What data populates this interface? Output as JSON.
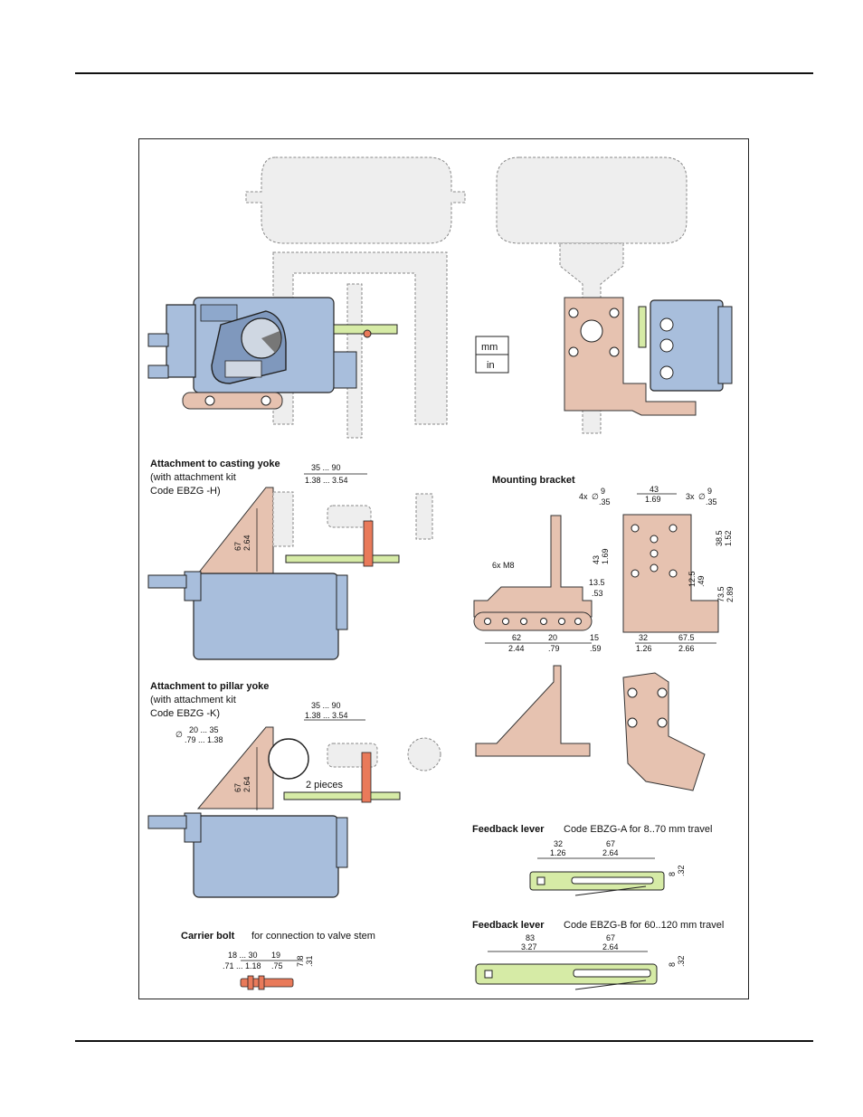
{
  "units": {
    "mm": "mm",
    "in": "in"
  },
  "casting": {
    "title": "Attachment to casting yoke",
    "sub1": "(with attachment kit",
    "sub2": "Code EBZG -H)",
    "dim_top_mm": "35 ... 90",
    "dim_top_in": "1.38 ... 3.54",
    "dim_h_mm": "67",
    "dim_h_in": "2.64"
  },
  "pillar": {
    "title": "Attachment to pillar yoke",
    "sub1": "(with attachment kit",
    "sub2": "Code EBZG -K)",
    "dim_top_mm": "35 ... 90",
    "dim_top_in": "1.38 ... 3.54",
    "dia_mm": "20 ... 35",
    "dia_in": ".79 ... 1.38",
    "dia_sym": "∅",
    "dim_h_mm": "67",
    "dim_h_in": "2.64",
    "pieces": "2 pieces"
  },
  "carrier": {
    "title": "Carrier bolt",
    "desc": "for connection to valve stem",
    "d1_mm": "18 ... 30",
    "d1_in": ".71 ... 1.18",
    "d2_mm": "19",
    "d2_in": ".75",
    "d3_mm": "7.8",
    "d3_in": ".31"
  },
  "bracket": {
    "title": "Mounting bracket",
    "holes4": "4x",
    "holes4_mm": "9",
    "holes4_in": ".35",
    "holes3": "3x",
    "holes3_mm": "9",
    "holes3_in": ".35",
    "sym": "∅",
    "thread": "6x M8",
    "d43_mm": "43",
    "d43_in": "1.69",
    "d43v_mm": "43",
    "d43v_in": "1.69",
    "d13_mm": "13.5",
    "d13_in": ".53",
    "d62_mm": "62",
    "d62_in": "2.44",
    "d20_mm": "20",
    "d20_in": ".79",
    "d15_mm": "15",
    "d15_in": ".59",
    "d32_mm": "32",
    "d32_in": "1.26",
    "d67_mm": "67.5",
    "d67_in": "2.66",
    "d385_mm": "38.5",
    "d385_in": "1.52",
    "d125_mm": "12.5",
    "d125_in": ".49",
    "d735_mm": "73.5",
    "d735_in": "2.89"
  },
  "leverA": {
    "title": "Feedback lever",
    "desc": "Code EBZG-A for 8..70 mm travel",
    "d1_mm": "32",
    "d1_in": "1.26",
    "d2_mm": "67",
    "d2_in": "2.64",
    "d3_mm": "8",
    "d3_in": ".32"
  },
  "leverB": {
    "title": "Feedback lever",
    "desc": "Code EBZG-B for 60..120 mm travel",
    "d1_mm": "83",
    "d1_in": "3.27",
    "d2_mm": "67",
    "d2_in": "2.64",
    "d3_mm": "8",
    "d3_in": ".32"
  },
  "colors": {
    "bracket": "#e6c2b0",
    "body": "#a8bedc",
    "lever": "#d6eba6",
    "bolt": "#e97a5a",
    "ghost": "#eeeeee"
  }
}
